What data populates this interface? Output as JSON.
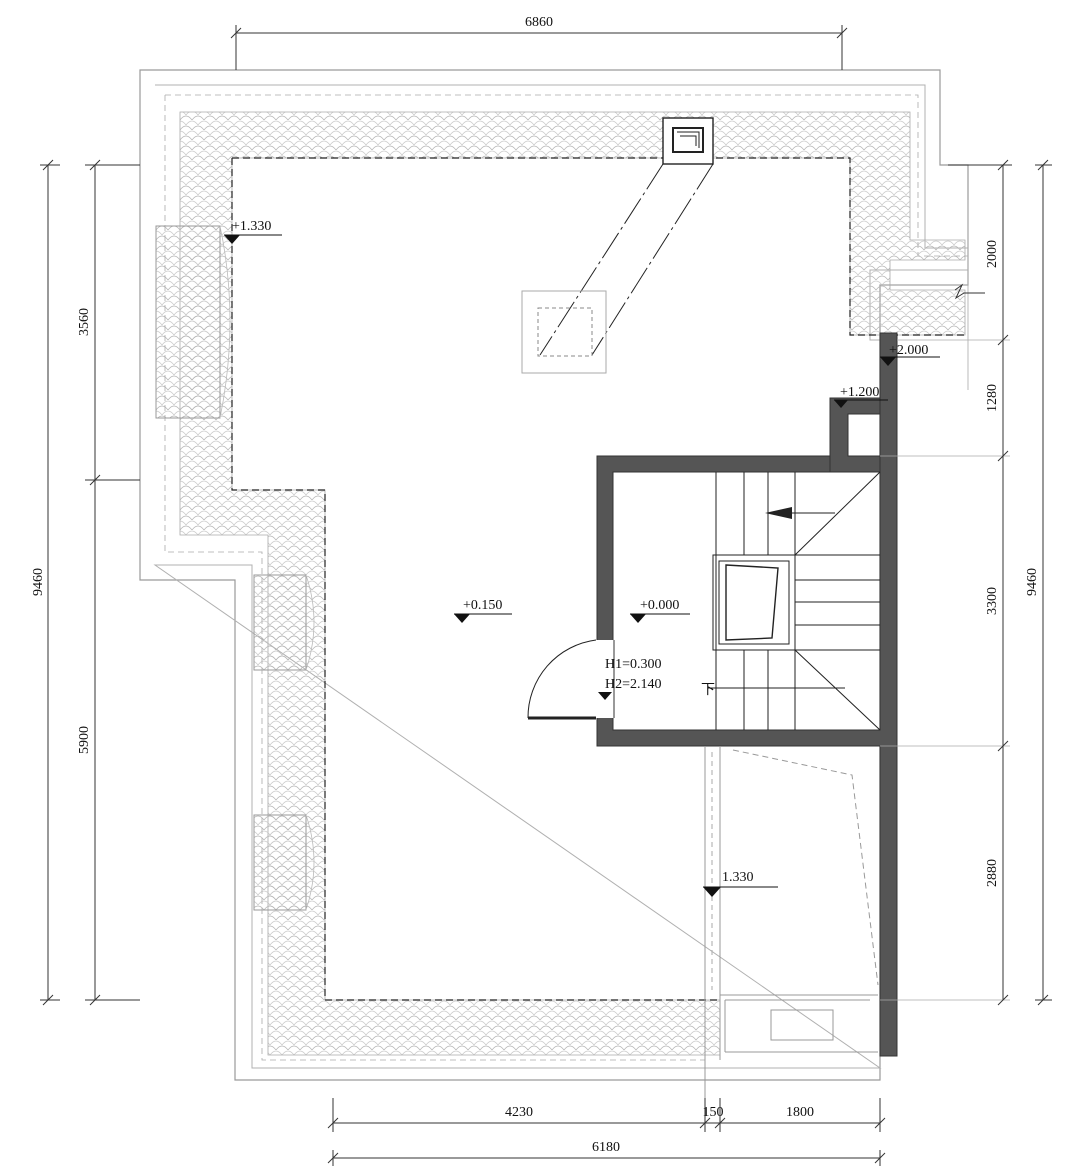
{
  "dimensions": {
    "top_overall": "6860",
    "left_upper": "3560",
    "left_lower": "5900",
    "left_overall": "9460",
    "right_top": "2000",
    "right_second": "1280",
    "right_third": "3300",
    "right_bottom": "2880",
    "right_overall": "9460",
    "bottom_left": "4230",
    "bottom_mid": "150",
    "bottom_right": "1800",
    "bottom_overall": "6180"
  },
  "levels": {
    "roof_upper": "+1.330",
    "roof_lower": "1.330",
    "terrace": "+0.150",
    "stair_room": "+0.000",
    "parapet_high": "+2.000",
    "parapet_mid": "+1.200"
  },
  "door_notes": {
    "h1": "H1=0.300",
    "h2": "H2=2.140"
  },
  "stair_note": "下",
  "colors": {
    "wall": "#555555",
    "line": "#222222",
    "tile": "#bdbdbd"
  }
}
